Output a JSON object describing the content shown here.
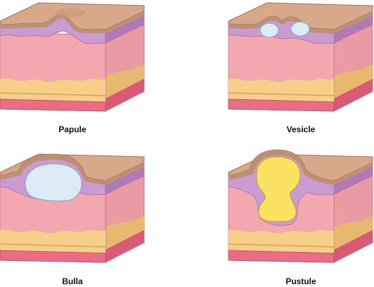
{
  "labels": {
    "papule": "Papule",
    "vesicle": "Vesicle",
    "bulla": "Bulla",
    "pustule": "Pustule"
  },
  "colors": {
    "epidermis": "#d7a98a",
    "epidermis_shadow": "#bf8f72",
    "outline": "#a46f5a",
    "basal_layer": "#c99bd0",
    "basal_dark": "#b07ab7",
    "dermis": "#f3a7ae",
    "dermis_side": "#ea9aa2",
    "fat_layer": "#f6d089",
    "fat_side": "#e6b96f",
    "fat_line": "#d5a35a",
    "muscle": "#e96d83",
    "muscle_side": "#d95a72",
    "fluid_clear": "#dcecf7",
    "fluid_clear_outline": "#8aaed0",
    "pus": "#fbe263",
    "pus_outline": "#c9a93a"
  }
}
